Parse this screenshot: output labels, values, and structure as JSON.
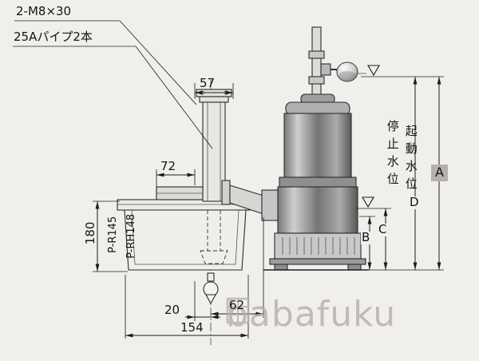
{
  "drawing": {
    "callouts": {
      "bolts": "2-M8×30",
      "pipes": "25Aパイプ2本"
    },
    "dims": {
      "w57": "57",
      "w72": "72",
      "h180": "180",
      "w20": "20",
      "w62": "62",
      "w154": "154"
    },
    "models": {
      "pr145": "P-R145",
      "prh148": "P-RH148"
    },
    "levels": {
      "stop": "停止水位",
      "start": "起動水位"
    },
    "refs": {
      "a": "A",
      "b": "B",
      "c": "C",
      "d": "D"
    },
    "watermark": {
      "text": "babafuku"
    },
    "colors": {
      "background": "#f1efeb",
      "line": "#1c1c1c",
      "ref_a_box": "#b4b1ab",
      "watermark": "#b3b0aa"
    }
  }
}
